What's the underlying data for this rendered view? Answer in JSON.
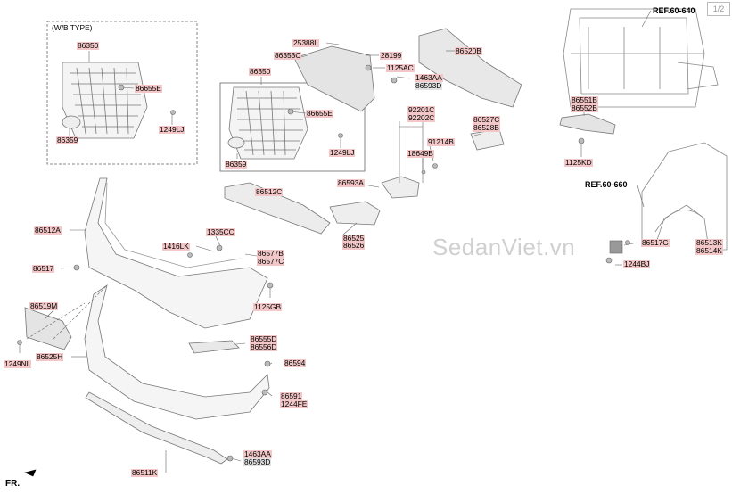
{
  "page_indicator": "1/2",
  "watermark": "SedanViet.vn",
  "wb_type_label": "(W/B TYPE)",
  "direction_label": "FR.",
  "refs": {
    "radiator_support": "REF.60-640",
    "fender": "REF.60-660"
  },
  "parts": {
    "p86350a": "86350",
    "p86655e_a": "86655E",
    "p86359a": "86359",
    "p1249lj_a": "1249LJ",
    "p25388l": "25388L",
    "p86353c": "86353C",
    "p28199": "28199",
    "p1125ac": "1125AC",
    "p1463aa_a": "1463AA",
    "p86593d_a": "86593D",
    "p86520b": "86520B",
    "p86350b": "86350",
    "p86655e_b": "86655E",
    "p86359b": "86359",
    "p1249lj_b": "1249LJ",
    "p92201c": "92201C",
    "p92202c": "92202C",
    "p91214b": "91214B",
    "p18649b": "18649B",
    "p86527c": "86527C",
    "p86528b": "86528B",
    "p86593a": "86593A",
    "p86512c": "86512C",
    "p86525": "86525",
    "p86526": "86526",
    "p86512a": "86512A",
    "p1335cc": "1335CC",
    "p1416lk": "1416LK",
    "p86577b": "86577B",
    "p86577c": "86577C",
    "p86517": "86517",
    "p1125gb": "1125GB",
    "p86519m": "86519M",
    "p86555d": "86555D",
    "p86556d": "86556D",
    "p1249nl": "1249NL",
    "p86525h": "86525H",
    "p86594": "86594",
    "p86591": "86591",
    "p1244fe": "1244FE",
    "p86511k": "86511K",
    "p1463aa_b": "1463AA",
    "p86593d_b": "86593D",
    "p86551b": "86551B",
    "p86552b": "86552B",
    "p1125kd": "1125KD",
    "p86517g": "86517G",
    "p86513k": "86513K",
    "p86514k": "86514K",
    "p1244bj": "1244BJ"
  }
}
